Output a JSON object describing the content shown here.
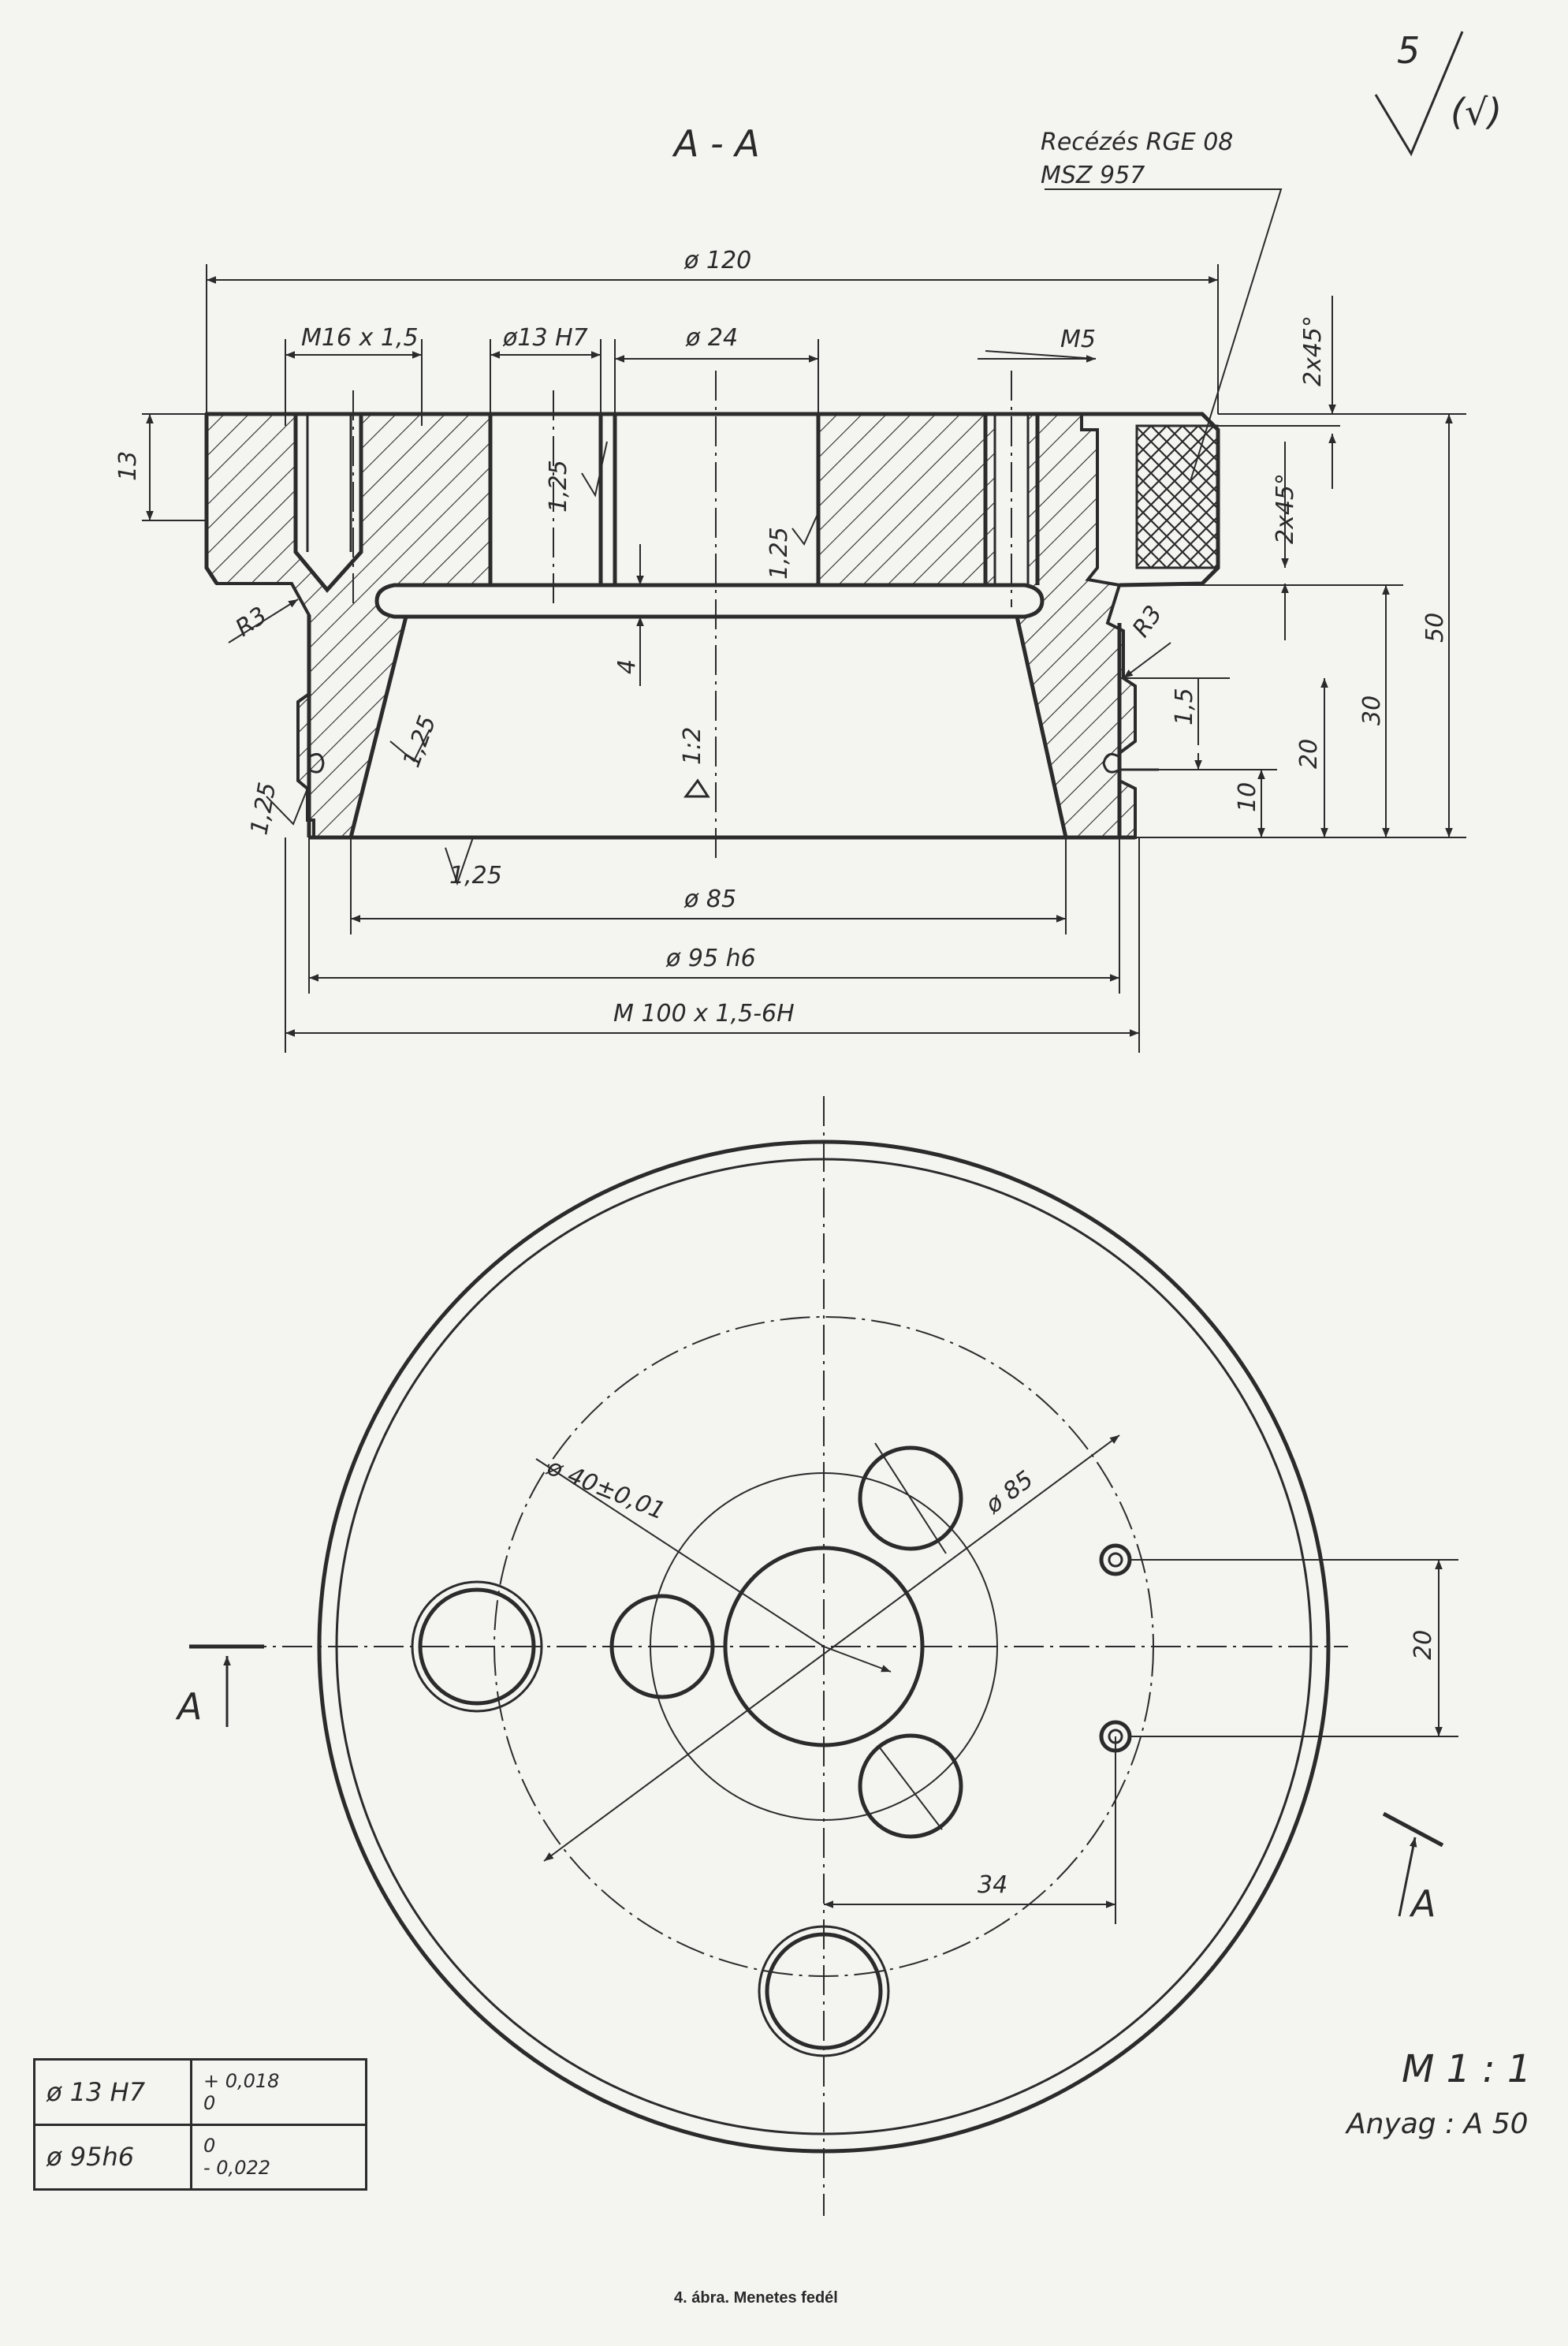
{
  "section_title": "A - A",
  "surface_finish": {
    "roughness": "5",
    "general": "(√)"
  },
  "knurl_note": [
    "Recézés  RGE 08",
    "MSZ 957"
  ],
  "dimensions": {
    "d120": "ø 120",
    "m16": "M16 x 1,5",
    "d13h7": "ø13 H7",
    "d24": "ø 24",
    "m5": "M5",
    "chamfer1": "2x45°",
    "chamfer2": "2x45°",
    "h13": "13",
    "r3_left": "R3",
    "r3_right": "R3",
    "f125_a": "1,25",
    "f125_b": "1,25",
    "f125_c": "1,25",
    "f125_d": "1,25",
    "f125_e": "1,25",
    "v4": "4",
    "taper": "1:2",
    "v15": "1,5",
    "v10": "10",
    "v20": "20",
    "v30": "30",
    "v50": "50",
    "d85": "ø 85",
    "d95h6": "ø 95 h6",
    "m100": "M 100 x 1,5-6H",
    "plan_d40": "ø 40±0,01",
    "plan_d85": "ø 85",
    "plan_20": "20",
    "plan_34": "34",
    "section_mark": "A"
  },
  "scale": "M 1 : 1",
  "material": "Anyag : A 50",
  "caption": "4. ábra. Menetes fedél",
  "tolerance_table": [
    {
      "fit": "ø 13 H7",
      "upper": "+ 0,018",
      "lower": "0"
    },
    {
      "fit": "ø 95h6",
      "upper": "0",
      "lower": "- 0,022"
    }
  ]
}
